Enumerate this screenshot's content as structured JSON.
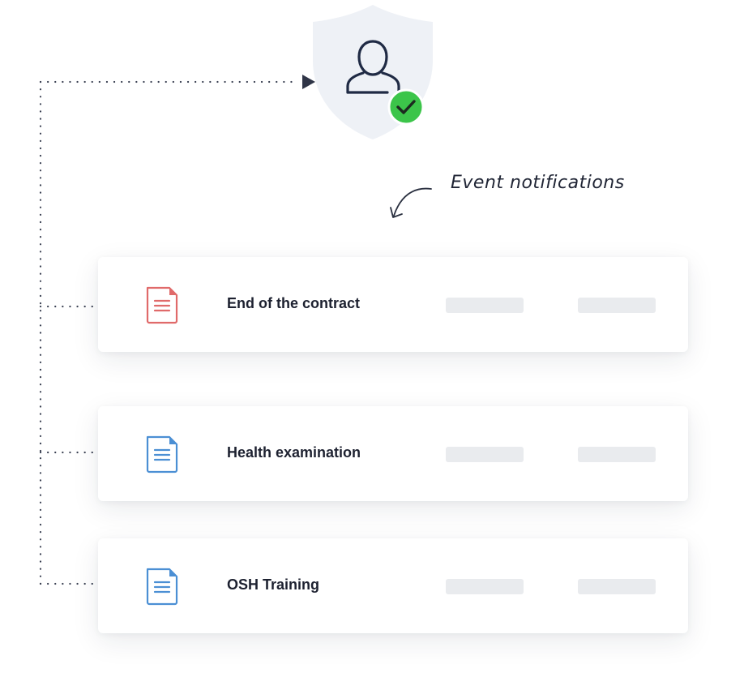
{
  "annotation": {
    "text": "Event notifications"
  },
  "notifications": [
    {
      "label": "End of the contract",
      "icon": "document-icon",
      "color": "#e06a6a"
    },
    {
      "label": "Health examination",
      "icon": "document-icon",
      "color": "#4b8fd4"
    },
    {
      "label": "OSH Training",
      "icon": "document-icon",
      "color": "#4b8fd4"
    }
  ],
  "shield": {
    "icon": "user-shield-icon",
    "badge_icon": "check-icon",
    "fill_color": "#eef1f6",
    "badge_color": "#3cc54a"
  },
  "colors": {
    "connector": "#3a4052",
    "placeholder": "#e9ebee",
    "text": "#1d2130"
  }
}
